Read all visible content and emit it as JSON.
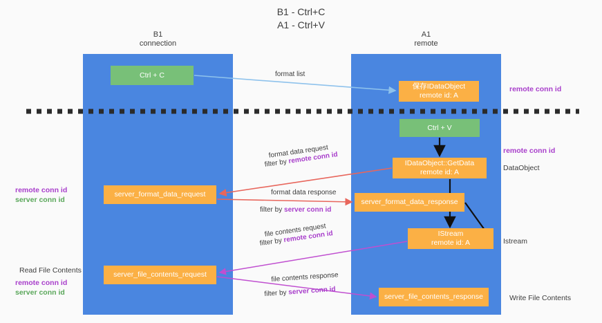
{
  "title": {
    "line1": "B1 - Ctrl+C",
    "line2": "A1 - Ctrl+V"
  },
  "lanes": [
    {
      "id": "b1",
      "name": "B1",
      "subtitle": "connection",
      "color": "#4a86e0"
    },
    {
      "id": "a1",
      "name": "A1",
      "subtitle": "remote",
      "color": "#4a86e0"
    }
  ],
  "boxes": {
    "ctrl_c": {
      "line1": "Ctrl + C",
      "line2": "",
      "color": "#78c078"
    },
    "idataobject": {
      "line1": "保存IDataObject",
      "line2": "remote id: A",
      "color": "#fbb045"
    },
    "ctrl_v": {
      "line1": "Ctrl + V",
      "line2": "",
      "color": "#78c078"
    },
    "getdata": {
      "line1": "IDataObject::GetData",
      "line2": "remote id: A",
      "color": "#fbb045"
    },
    "server_format_data_request": {
      "line1": "server_format_data_request",
      "line2": "",
      "color": "#fbb045"
    },
    "server_format_data_response": {
      "line1": "server_format_data_response",
      "line2": "",
      "color": "#fbb045"
    },
    "istream": {
      "line1": "IStream",
      "line2": "remote id: A",
      "color": "#fbb045"
    },
    "server_file_contents_request": {
      "line1": "server_file_contents_request",
      "line2": "",
      "color": "#fbb045"
    },
    "server_file_contents_response": {
      "line1": "server_file_contents_response",
      "line2": "",
      "color": "#fbb045"
    }
  },
  "annotations": {
    "remote_conn_id_1": "remote conn id",
    "remote_conn_id_2": "remote conn id",
    "dataobject": "DataObject",
    "istream": "Istream",
    "write_file_contents": "Write File Contents",
    "read_file_contents": "Read File Contents",
    "remote_conn_id_left_1": "remote conn id",
    "server_conn_id_left_1": "server conn id",
    "remote_conn_id_left_2": "remote conn id",
    "server_conn_id_left_2": "server conn id"
  },
  "edge_labels": {
    "format_list": "format list",
    "format_data_request": "format data request",
    "filter_by_prefix": "filter by ",
    "remote_conn_id": "remote conn id",
    "server_conn_id": "server conn id",
    "format_data_response": "format data response",
    "file_contents_request": "file contents request",
    "file_contents_response": "file contents response"
  },
  "colors": {
    "lane_blue": "#4a86e0",
    "box_green": "#78c078",
    "box_orange": "#fbb045",
    "purple_text": "#a83ecb",
    "green_text": "#5aa75a",
    "arrow_light_blue": "#8ec2ec",
    "arrow_red": "#e8665c",
    "arrow_magenta": "#c04fd0",
    "arrow_black": "#111111",
    "background": "#fafafa",
    "divider_dashes": "#2b2b2b"
  }
}
